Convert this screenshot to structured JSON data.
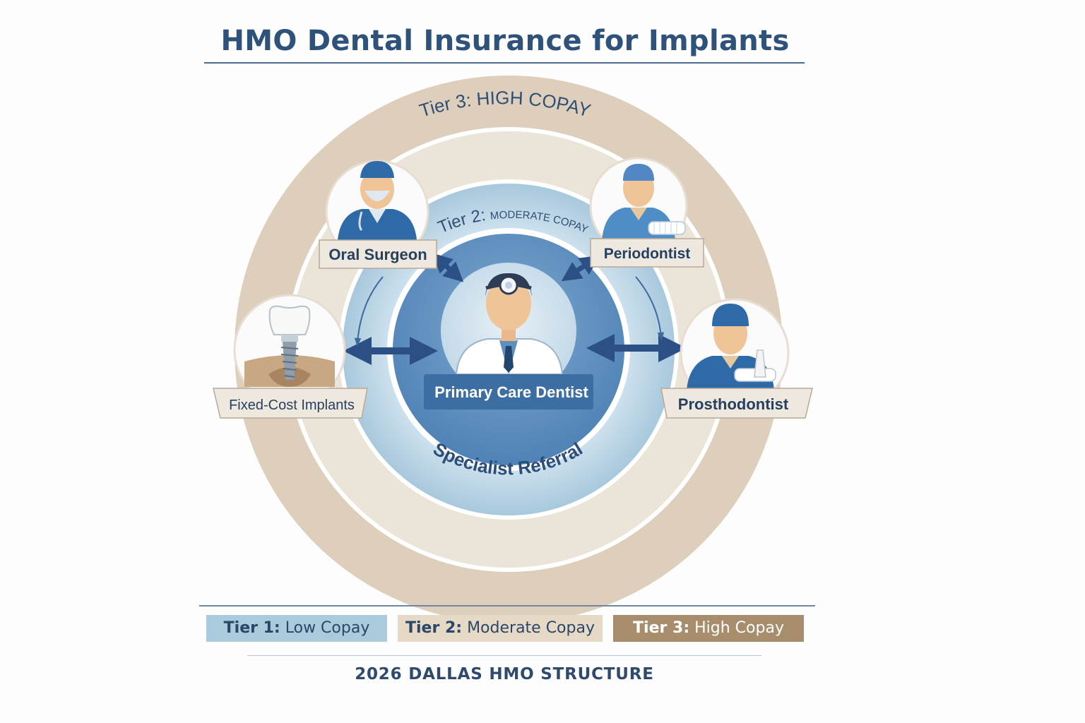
{
  "title": "HMO Dental Insurance for Implants",
  "rings": {
    "tier3_label": "Tier 3: HIGH COPAY",
    "tier2_label_prefix": "Tier 2:",
    "tier2_label_suffix": "MODERATE COPAY",
    "referral_label": "Specialist Referral"
  },
  "center": {
    "label": "Primary Care Dentist"
  },
  "nodes": {
    "oral_surgeon": "Oral Surgeon",
    "periodontist": "Periodontist",
    "fixed_cost_implants": "Fixed-Cost Implants",
    "prosthodontist": "Prosthodontist"
  },
  "legend": [
    {
      "tier": "Tier 1:",
      "text": "Low Copay"
    },
    {
      "tier": "Tier 2:",
      "text": "Moderate Copay"
    },
    {
      "tier": "Tier 3:",
      "text": "High Copay"
    }
  ],
  "footer": "2026 DALLAS HMO STRUCTURE",
  "colors": {
    "tier1": "#a9cbdb",
    "tier2": "#e6dac7",
    "tier3": "#a88d6d",
    "navy": "#2f527a",
    "arrow": "#2c4f86"
  },
  "icons": [
    "surgeon-avatar",
    "periodontist-avatar",
    "dentist-avatar",
    "prosthodontist-avatar",
    "implant-icon"
  ]
}
